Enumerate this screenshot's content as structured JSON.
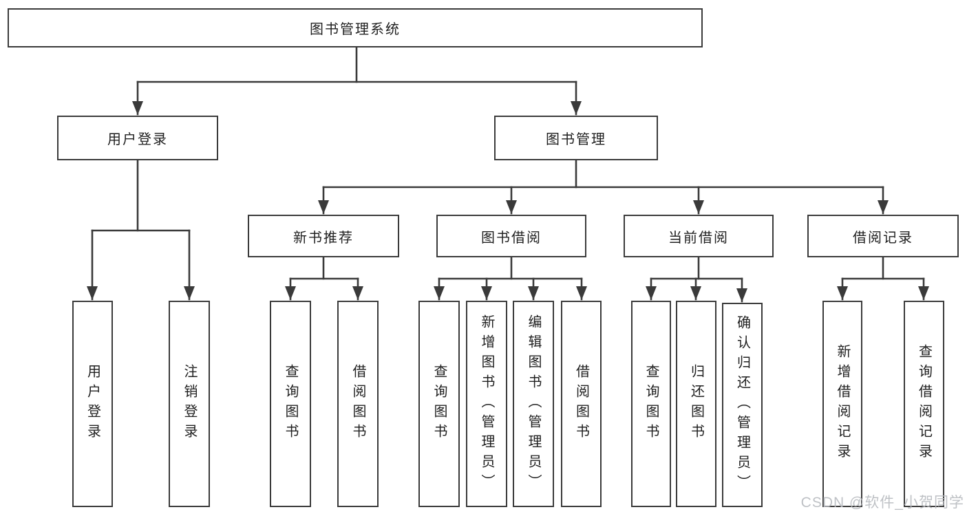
{
  "tree": {
    "root": {
      "label": "图书管理系统"
    },
    "branches": [
      {
        "label": "用户登录",
        "children": [
          {
            "label": "用户登录"
          },
          {
            "label": "注销登录"
          }
        ]
      },
      {
        "label": "图书管理",
        "children": [
          {
            "label": "新书推荐",
            "children": [
              {
                "label": "查询图书"
              },
              {
                "label": "借阅图书"
              }
            ]
          },
          {
            "label": "图书借阅",
            "children": [
              {
                "label": "查询图书"
              },
              {
                "label": "新增图书（管理员）"
              },
              {
                "label": "编辑图书（管理员）"
              },
              {
                "label": "借阅图书"
              }
            ]
          },
          {
            "label": "当前借阅",
            "children": [
              {
                "label": "查询图书"
              },
              {
                "label": "归还图书"
              },
              {
                "label": "确认归还（管理员）"
              }
            ]
          },
          {
            "label": "借阅记录",
            "children": [
              {
                "label": "新增借阅记录"
              },
              {
                "label": "查询借阅记录"
              }
            ]
          }
        ]
      }
    ]
  },
  "watermark": {
    "text": "CSDN @软件_小贺同学"
  },
  "colors": {
    "line": "#3a3a3a",
    "text": "#1f1f1f",
    "watermark": "#b9bcc1",
    "background": "#ffffff"
  }
}
